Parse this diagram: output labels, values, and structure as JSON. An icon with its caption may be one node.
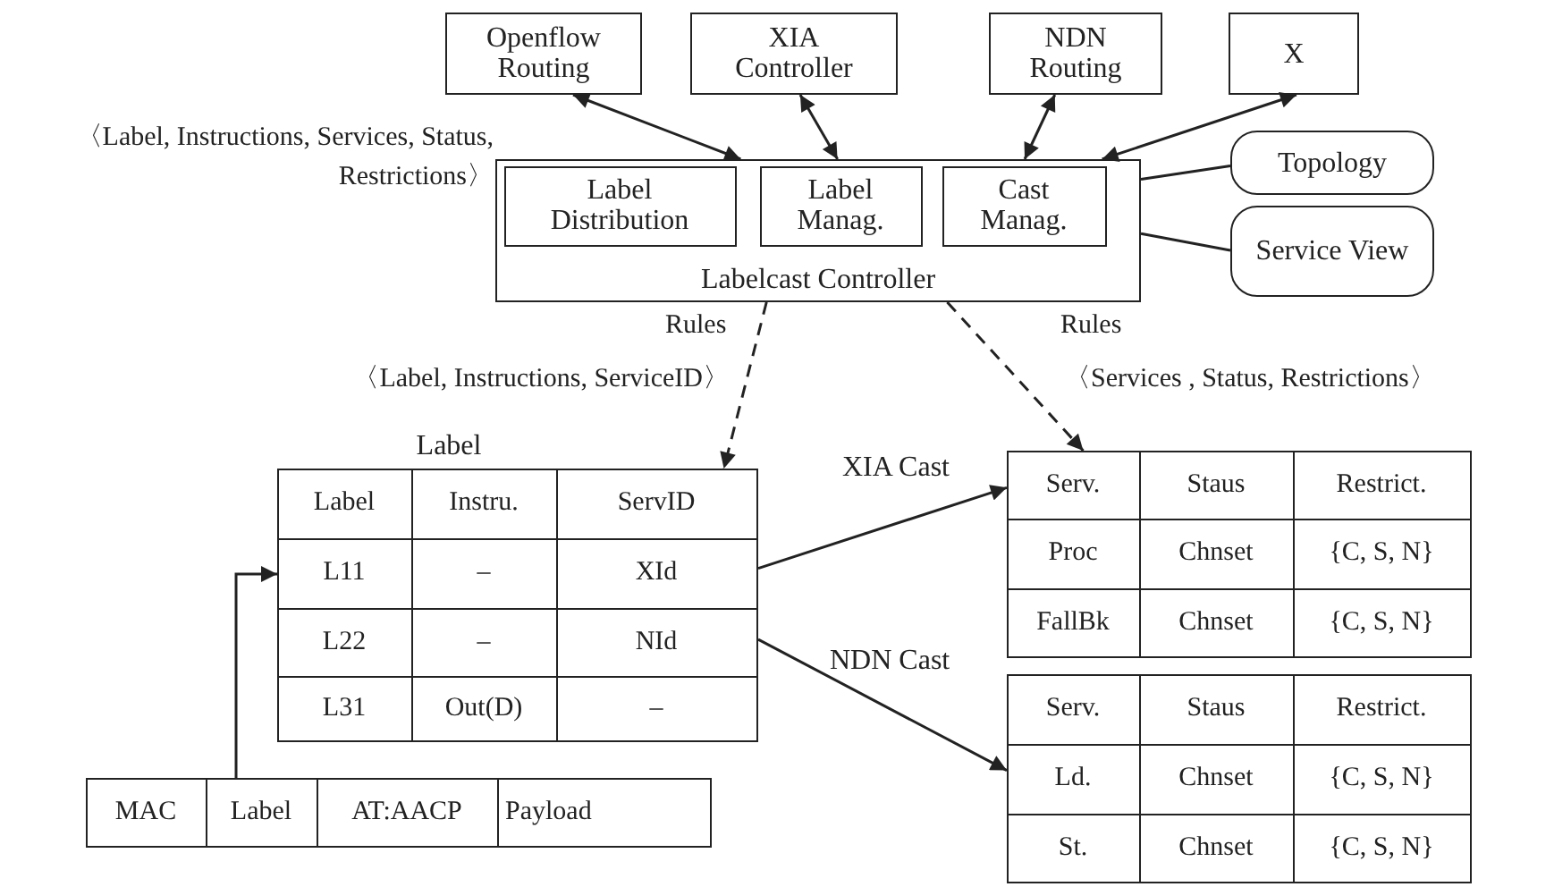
{
  "diagram": {
    "nodes": [
      {
        "text": [
          "Openflow Routing"
        ]
      },
      {
        "text": [
          "XIA Controller"
        ]
      },
      {
        "text": [
          "NDN Routing"
        ]
      },
      {
        "text": [
          "X"
        ]
      },
      {
        "text": [
          "Labelcast Controller"
        ]
      },
      {
        "text": [
          "Label Distribution"
        ],
        "in": 4
      },
      {
        "text": [
          "Label Manag."
        ],
        "in": 4
      },
      {
        "text": [
          "Cast Manag."
        ],
        "in": 4
      },
      {
        "text": [
          "Topology"
        ]
      },
      {
        "text": [
          "Service View"
        ]
      },
      {
        "text": [
          "Label"
        ]
      },
      {
        "text": [
          "Label"
        ],
        "in": 10
      },
      {
        "text": [
          "Instru."
        ],
        "in": 10
      },
      {
        "text": [
          "ServID"
        ],
        "in": 10
      },
      {
        "text": [
          "L11"
        ],
        "in": 10
      },
      {
        "text": [
          "–"
        ],
        "in": 10
      },
      {
        "text": [
          "XId"
        ],
        "in": 10
      },
      {
        "text": [
          "L22"
        ],
        "in": 10
      },
      {
        "text": [
          "–"
        ],
        "in": 10
      },
      {
        "text": [
          "NId"
        ],
        "in": 10
      },
      {
        "text": [
          "L31"
        ],
        "in": 10
      },
      {
        "text": [
          "Out(D)"
        ],
        "in": 10
      },
      {
        "text": [
          "–"
        ],
        "in": 10
      },
      {
        "text": [
          "XIA Cast"
        ]
      },
      {
        "text": [
          "Serv."
        ],
        "in": 23
      },
      {
        "text": [
          "Staus"
        ],
        "in": 23
      },
      {
        "text": [
          "Restrict."
        ],
        "in": 23
      },
      {
        "text": [
          "Proc"
        ],
        "in": 23
      },
      {
        "text": [
          "Chnset"
        ],
        "in": 23
      },
      {
        "text": [
          "{C, S, N}"
        ],
        "in": 23
      },
      {
        "text": [
          "FallBk"
        ],
        "in": 23
      },
      {
        "text": [
          "Chnset"
        ],
        "in": 23
      },
      {
        "text": [
          "{C, S, N}"
        ],
        "in": 23
      },
      {
        "text": [
          "NDN Cast"
        ]
      },
      {
        "text": [
          "Serv."
        ],
        "in": 33
      },
      {
        "text": [
          "Staus"
        ],
        "in": 33
      },
      {
        "text": [
          "Restrict."
        ],
        "in": 33
      },
      {
        "text": [
          "Ld."
        ],
        "in": 33
      },
      {
        "text": [
          "Chnset"
        ],
        "in": 33
      },
      {
        "text": [
          "{C, S, N}"
        ],
        "in": 33
      },
      {
        "text": [
          "St."
        ],
        "in": 33
      },
      {
        "text": [
          "Chnset"
        ],
        "in": 33
      },
      {
        "text": [
          "{C, S, N}"
        ],
        "in": 33
      },
      {
        "text": [],
        "shape": "box"
      },
      {
        "text": [
          "MAC"
        ],
        "in": 43
      },
      {
        "text": [
          "Label"
        ],
        "in": 43
      },
      {
        "text": [
          "AT:AACP"
        ],
        "in": 43
      },
      {
        "text": [
          "Payload"
        ],
        "in": 43
      }
    ],
    "edges": [
      {
        "from": 0,
        "to": 4,
        "arrow": "both"
      },
      {
        "from": 1,
        "to": 4,
        "arrow": "both"
      },
      {
        "from": 2,
        "to": 4,
        "arrow": "both"
      },
      {
        "from": 3,
        "to": 4,
        "arrow": "both"
      },
      {
        "from": 4,
        "to": 8,
        "arrow": "none"
      },
      {
        "from": 4,
        "to": 9,
        "arrow": "none"
      },
      {
        "from": 4,
        "to": 13,
        "arrow": "to",
        "style": "dashed",
        "label": "Rules"
      },
      {
        "from": 4,
        "to": 24,
        "arrow": "to",
        "style": "dashed",
        "label": "Rules"
      },
      {
        "from": 16,
        "to": 24,
        "arrow": "to"
      },
      {
        "from": 19,
        "to": 37,
        "arrow": "to"
      },
      {
        "from": 45,
        "to": 14,
        "arrow": "to"
      }
    ],
    "labels": [
      "〈Label, Instructions, Services, Status, Restrictions〉",
      "〈Label, Instructions, ServiceID〉",
      "〈Services , Status, Restrictions〉"
    ]
  }
}
